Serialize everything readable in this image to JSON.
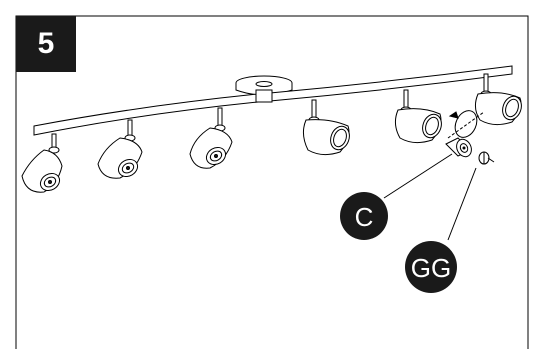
{
  "step": {
    "number": "5"
  },
  "callouts": [
    {
      "label": "C",
      "part": "bulb-cover"
    },
    {
      "label": "GG",
      "part": "screw"
    }
  ],
  "colors": {
    "ink": "#1a1a1a",
    "paper": "#ffffff",
    "frame": "#000000"
  },
  "fixture": {
    "lamp_count": 6,
    "icon": "track-light-fixture"
  }
}
